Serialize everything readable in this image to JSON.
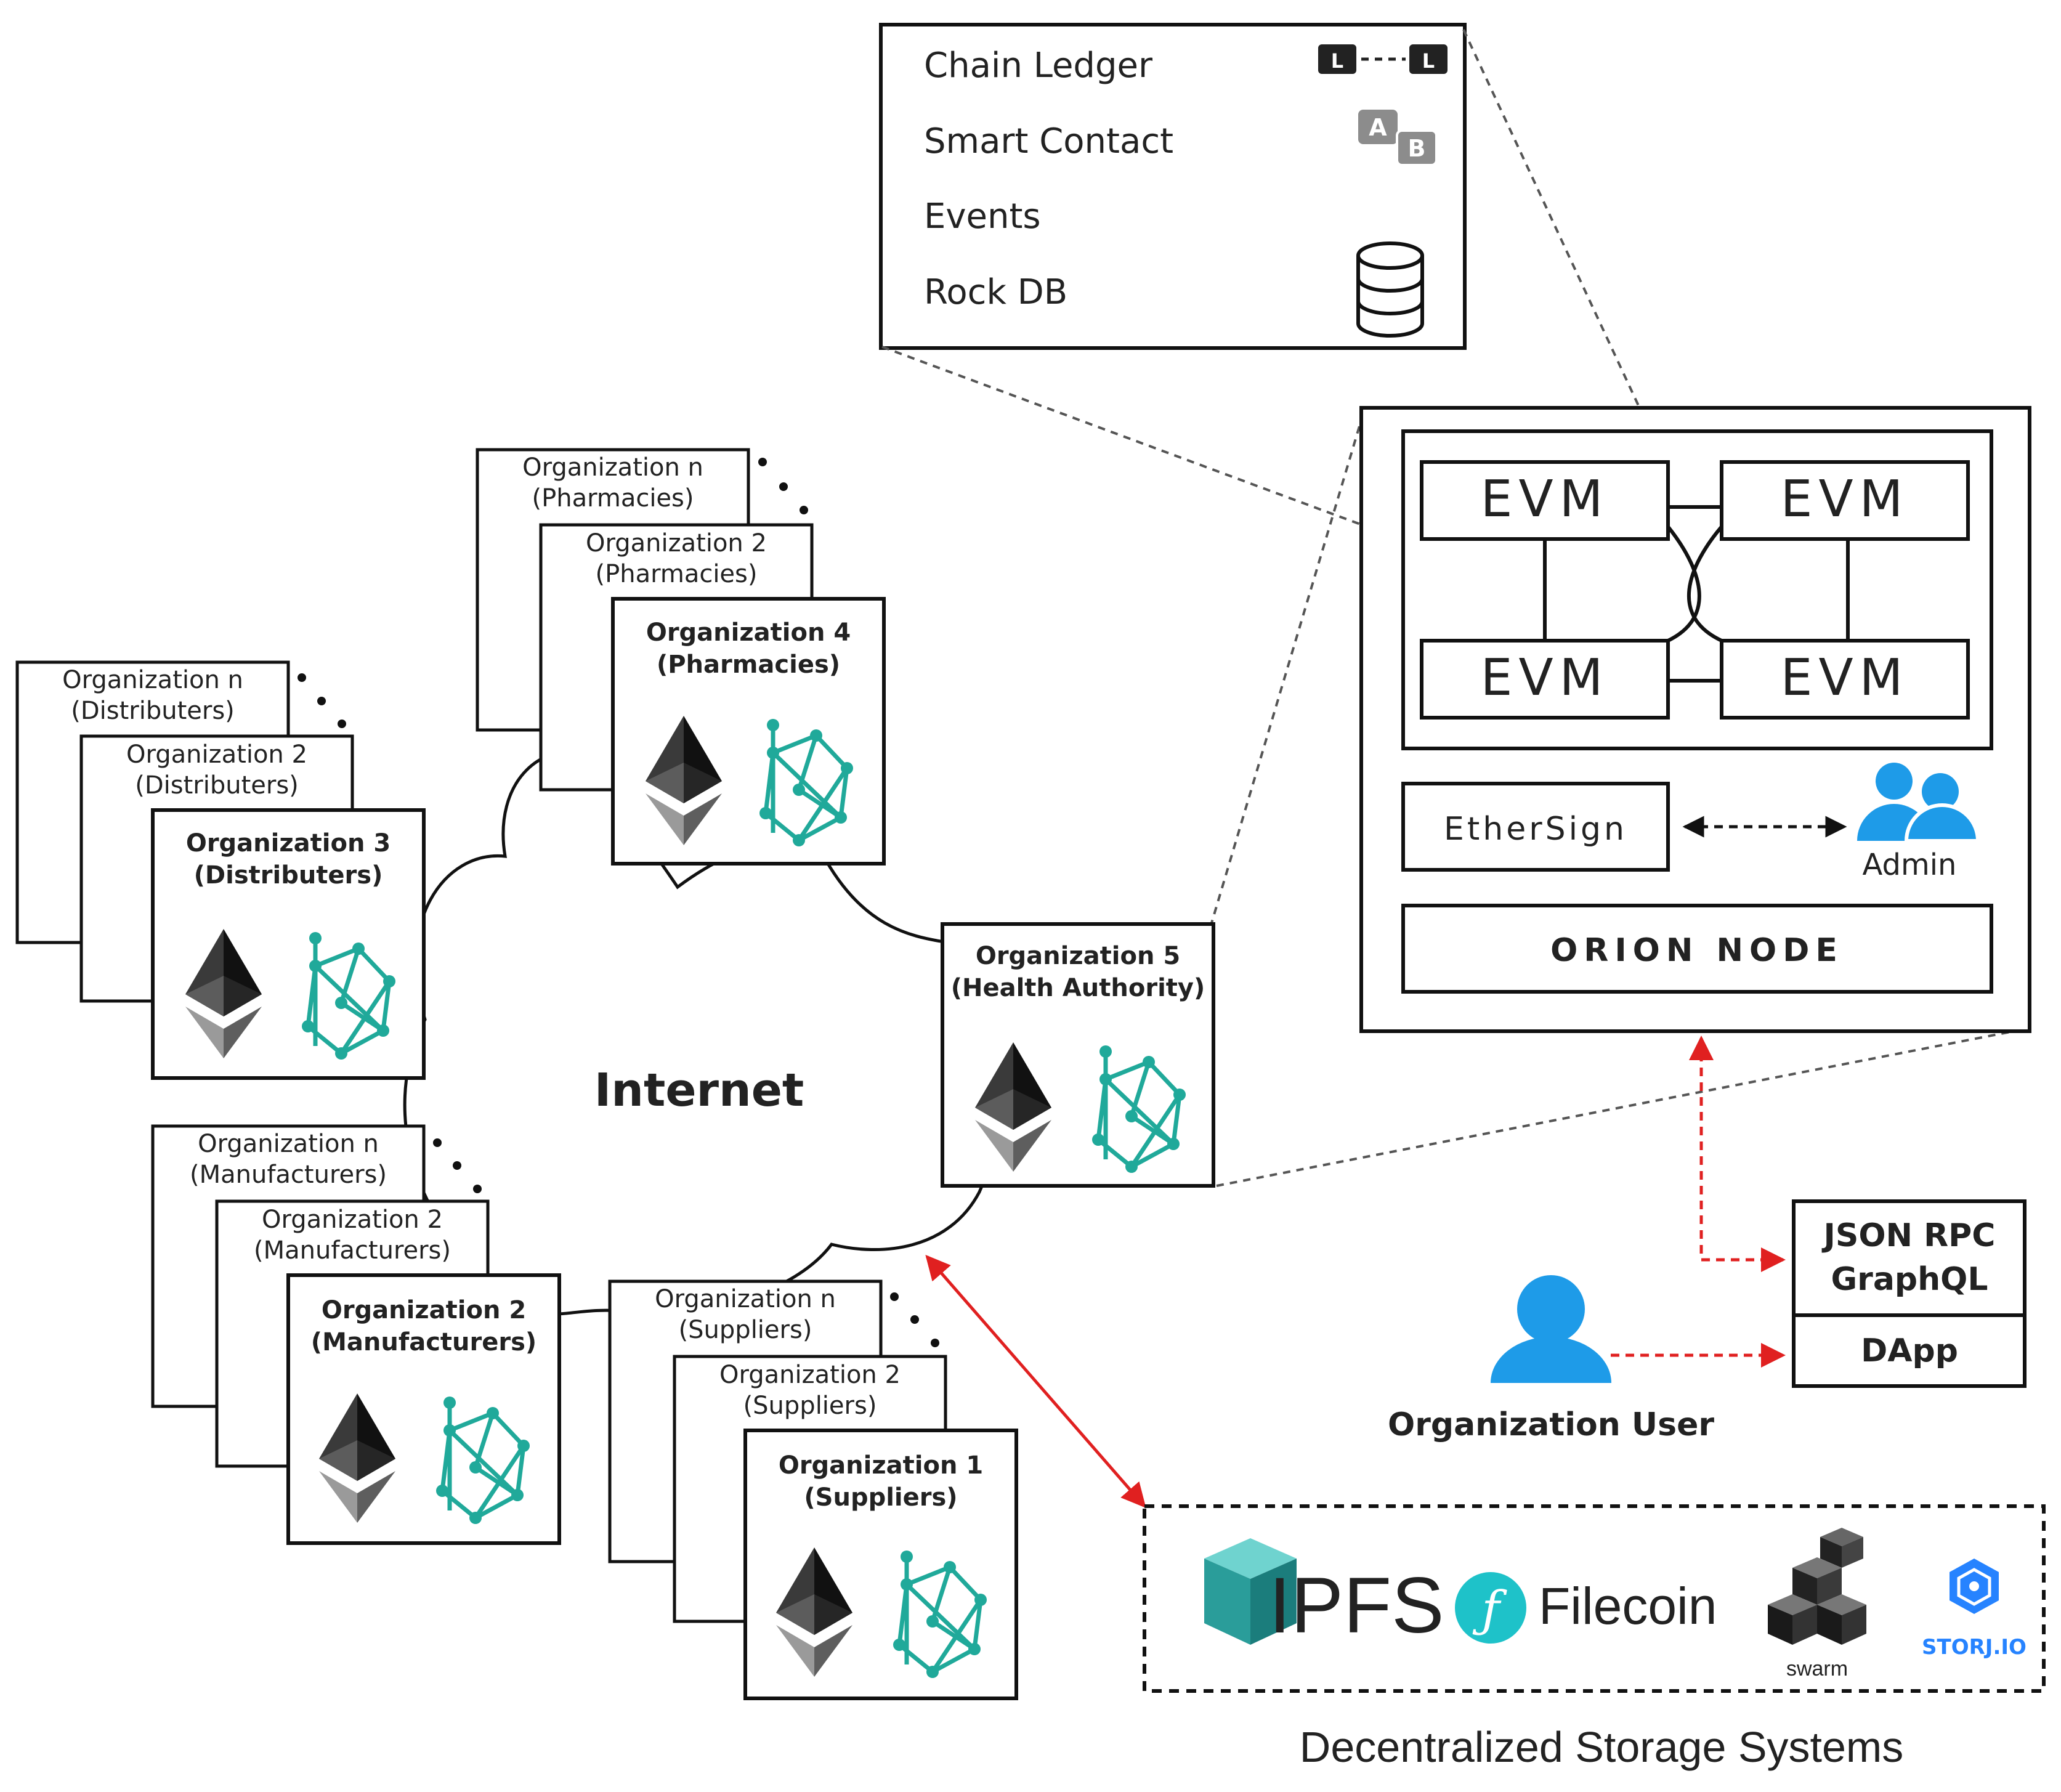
{
  "ledger_box": {
    "items": [
      "Chain Ledger",
      "Smart Contact",
      "Events",
      "Rock DB"
    ],
    "ledger_badge": "L",
    "contract_badges": [
      "A",
      "B"
    ]
  },
  "orgs": {
    "pharmacies": [
      "Organization n",
      "(Pharmacies)",
      "Organization 2",
      "(Pharmacies)",
      "Organization 4",
      "(Pharmacies)"
    ],
    "distributers": [
      "Organization n",
      "(Distributers)",
      "Organization 2",
      "(Distributers)",
      "Organization 3",
      "(Distributers)"
    ],
    "manufacturers": [
      "Organization n",
      "(Manufacturers)",
      "Organization 2",
      "(Manufacturers)",
      "Organization 2",
      "(Manufacturers)"
    ],
    "suppliers": [
      "Organization n",
      "(Suppliers)",
      "Organization 2",
      "(Suppliers)",
      "Organization 1",
      "(Suppliers)"
    ],
    "health": [
      "Organization 5",
      "(Health Authority)"
    ]
  },
  "internet_label": "Internet",
  "node": {
    "evm": "EVM",
    "ethersign": "EtherSign",
    "admin": "Admin",
    "orion": "ORION NODE"
  },
  "api": {
    "json_rpc": "JSON RPC",
    "graphql": "GraphQL",
    "dapp": "DApp"
  },
  "user_label": "Organization User",
  "storage": {
    "ipfs": "IPFS",
    "filecoin": "Filecoin",
    "swarm": "swarm",
    "storj": "STORJ.IO",
    "caption": "Decentralized Storage Systems"
  },
  "colors": {
    "teal": "#20a99a",
    "blue": "#1e9be8",
    "red": "#e02020",
    "ink": "#222222"
  },
  "icons": [
    "ledger-link-icon",
    "contract-ab-icon",
    "database-icon",
    "ethereum-icon",
    "blockchain-network-icon",
    "admin-users-icon",
    "user-icon",
    "ipfs-cube-icon",
    "filecoin-icon",
    "swarm-icon",
    "storj-icon"
  ]
}
